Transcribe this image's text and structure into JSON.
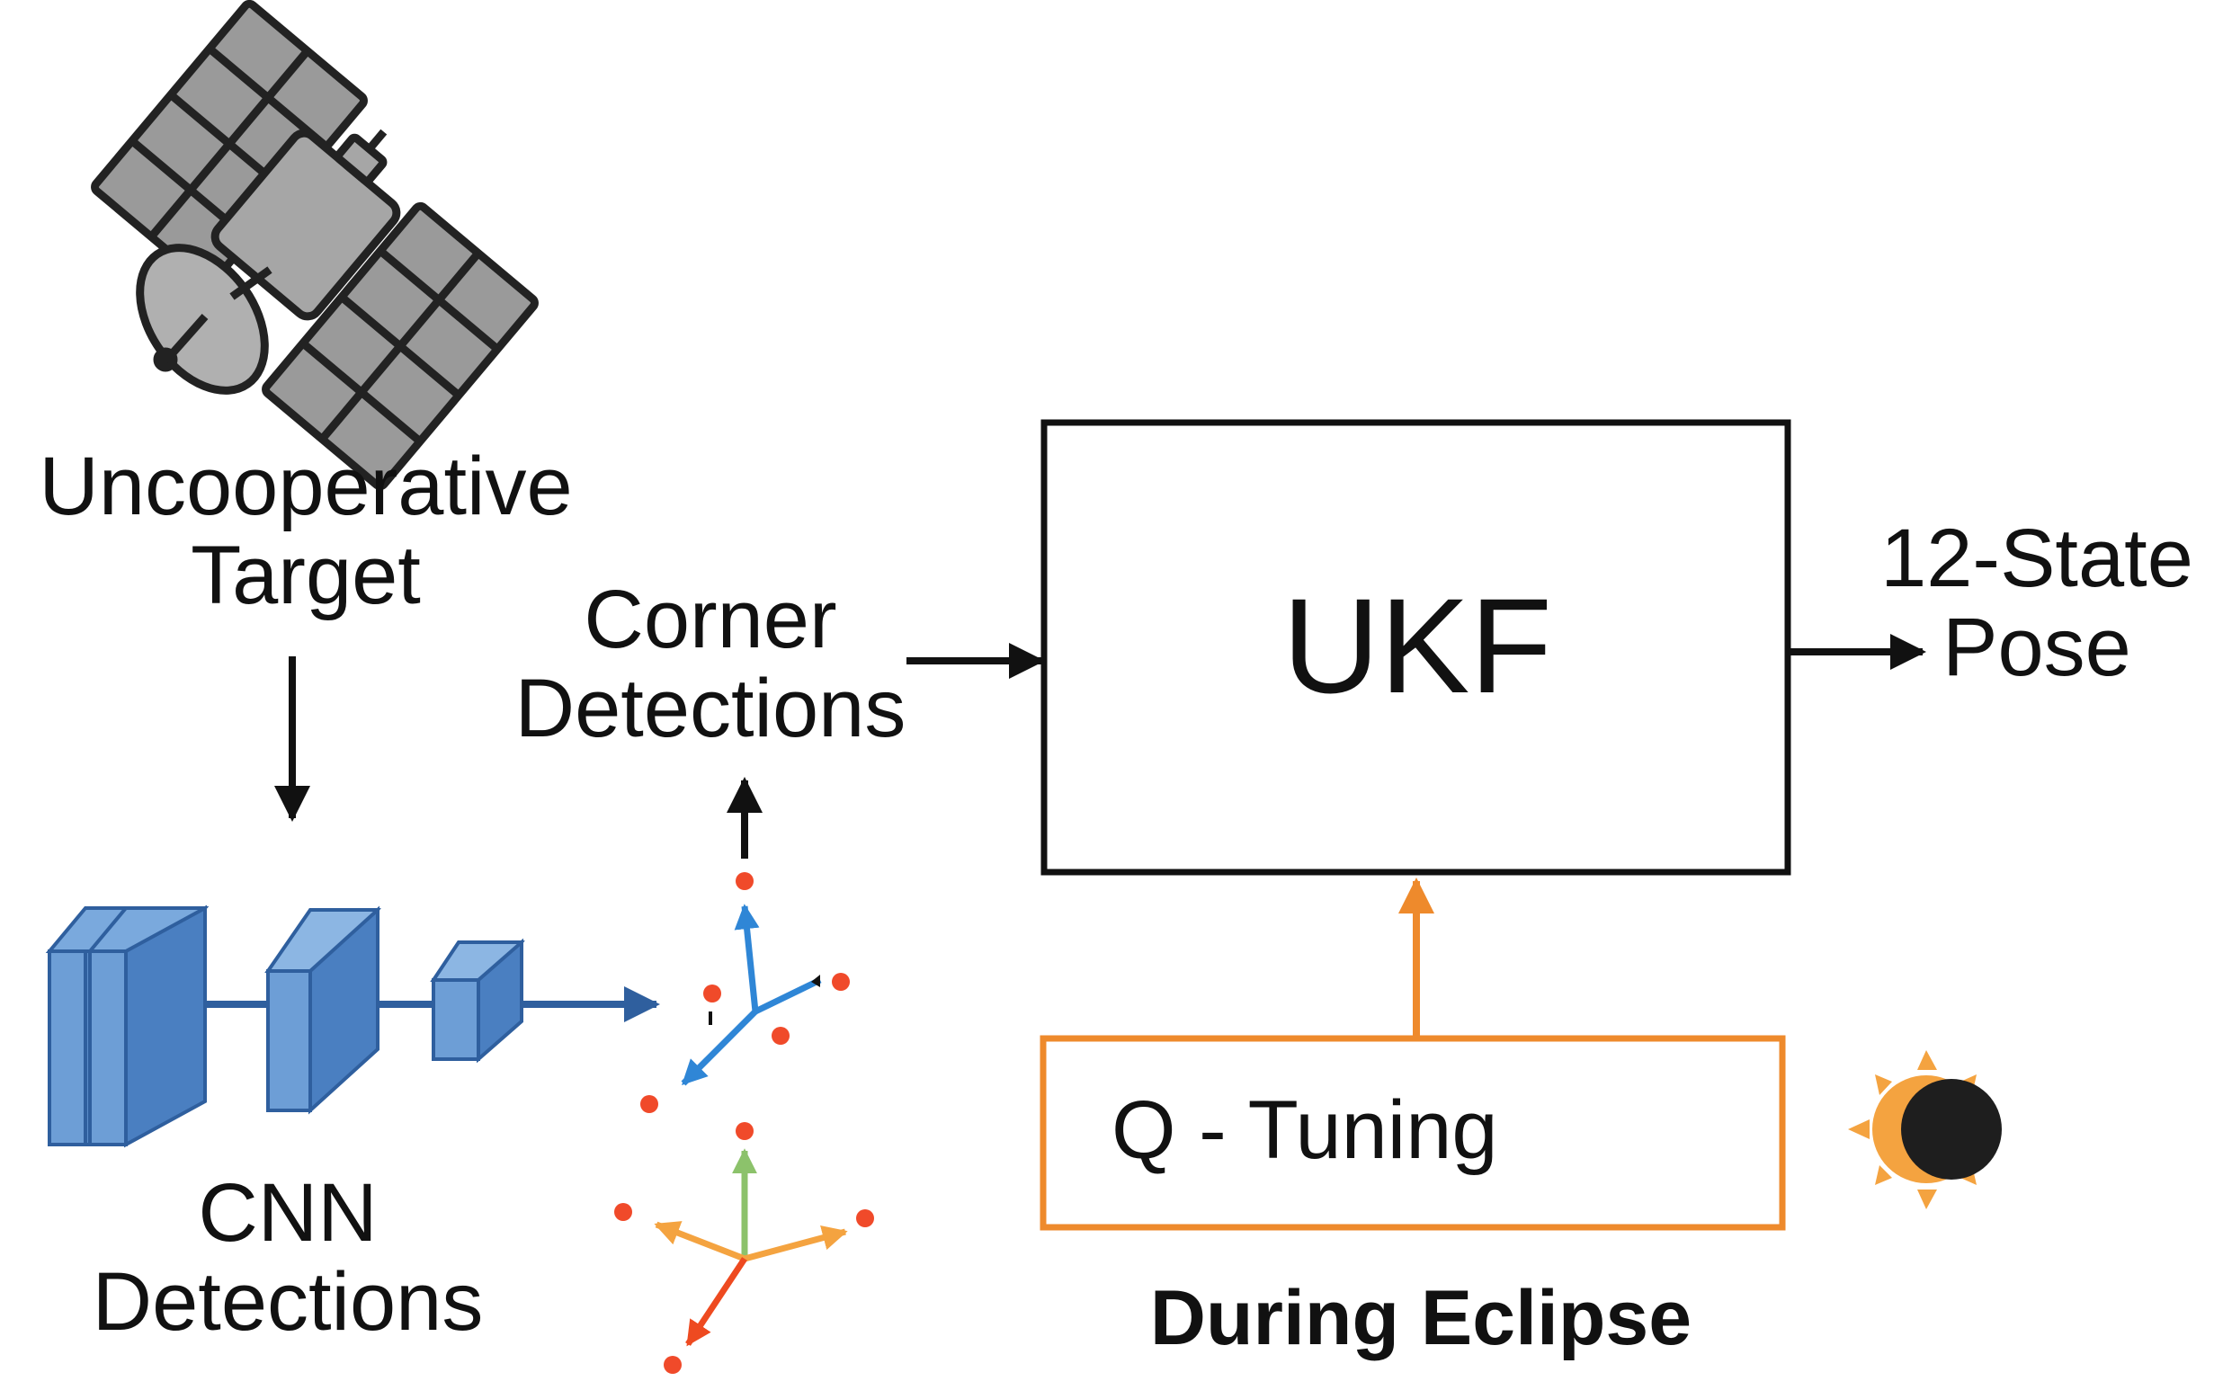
{
  "diagram": {
    "target": {
      "line1": "Uncooperative",
      "line2": "Target"
    },
    "cnn": {
      "line1": "CNN",
      "line2": "Detections"
    },
    "corner": {
      "line1": "Corner",
      "line2": "Detections"
    },
    "ukf": {
      "label": "UKF"
    },
    "pose": {
      "line1": "12-State",
      "line2": "Pose"
    },
    "q_tuning": {
      "label": "Q - Tuning"
    },
    "eclipse": {
      "label": "During Eclipse"
    }
  },
  "colors": {
    "ink": "#111111",
    "cnn_blue": "#4a7fc1",
    "cnn_blue_dark": "#2f5f9e",
    "accent_orange": "#ee8a2c",
    "keypoint_red": "#f04a2a",
    "axis_blue": "#2f86d6",
    "axis_green": "#8cc26b",
    "axis_orange": "#f4a340",
    "axis_red": "#ee4a20",
    "satellite_gray": "#a0a0a0",
    "eclipse_black": "#1e1e1e"
  },
  "icons": [
    "satellite-icon",
    "cnn-network-icon",
    "keypoint-frame-icon",
    "eclipse-icon"
  ]
}
